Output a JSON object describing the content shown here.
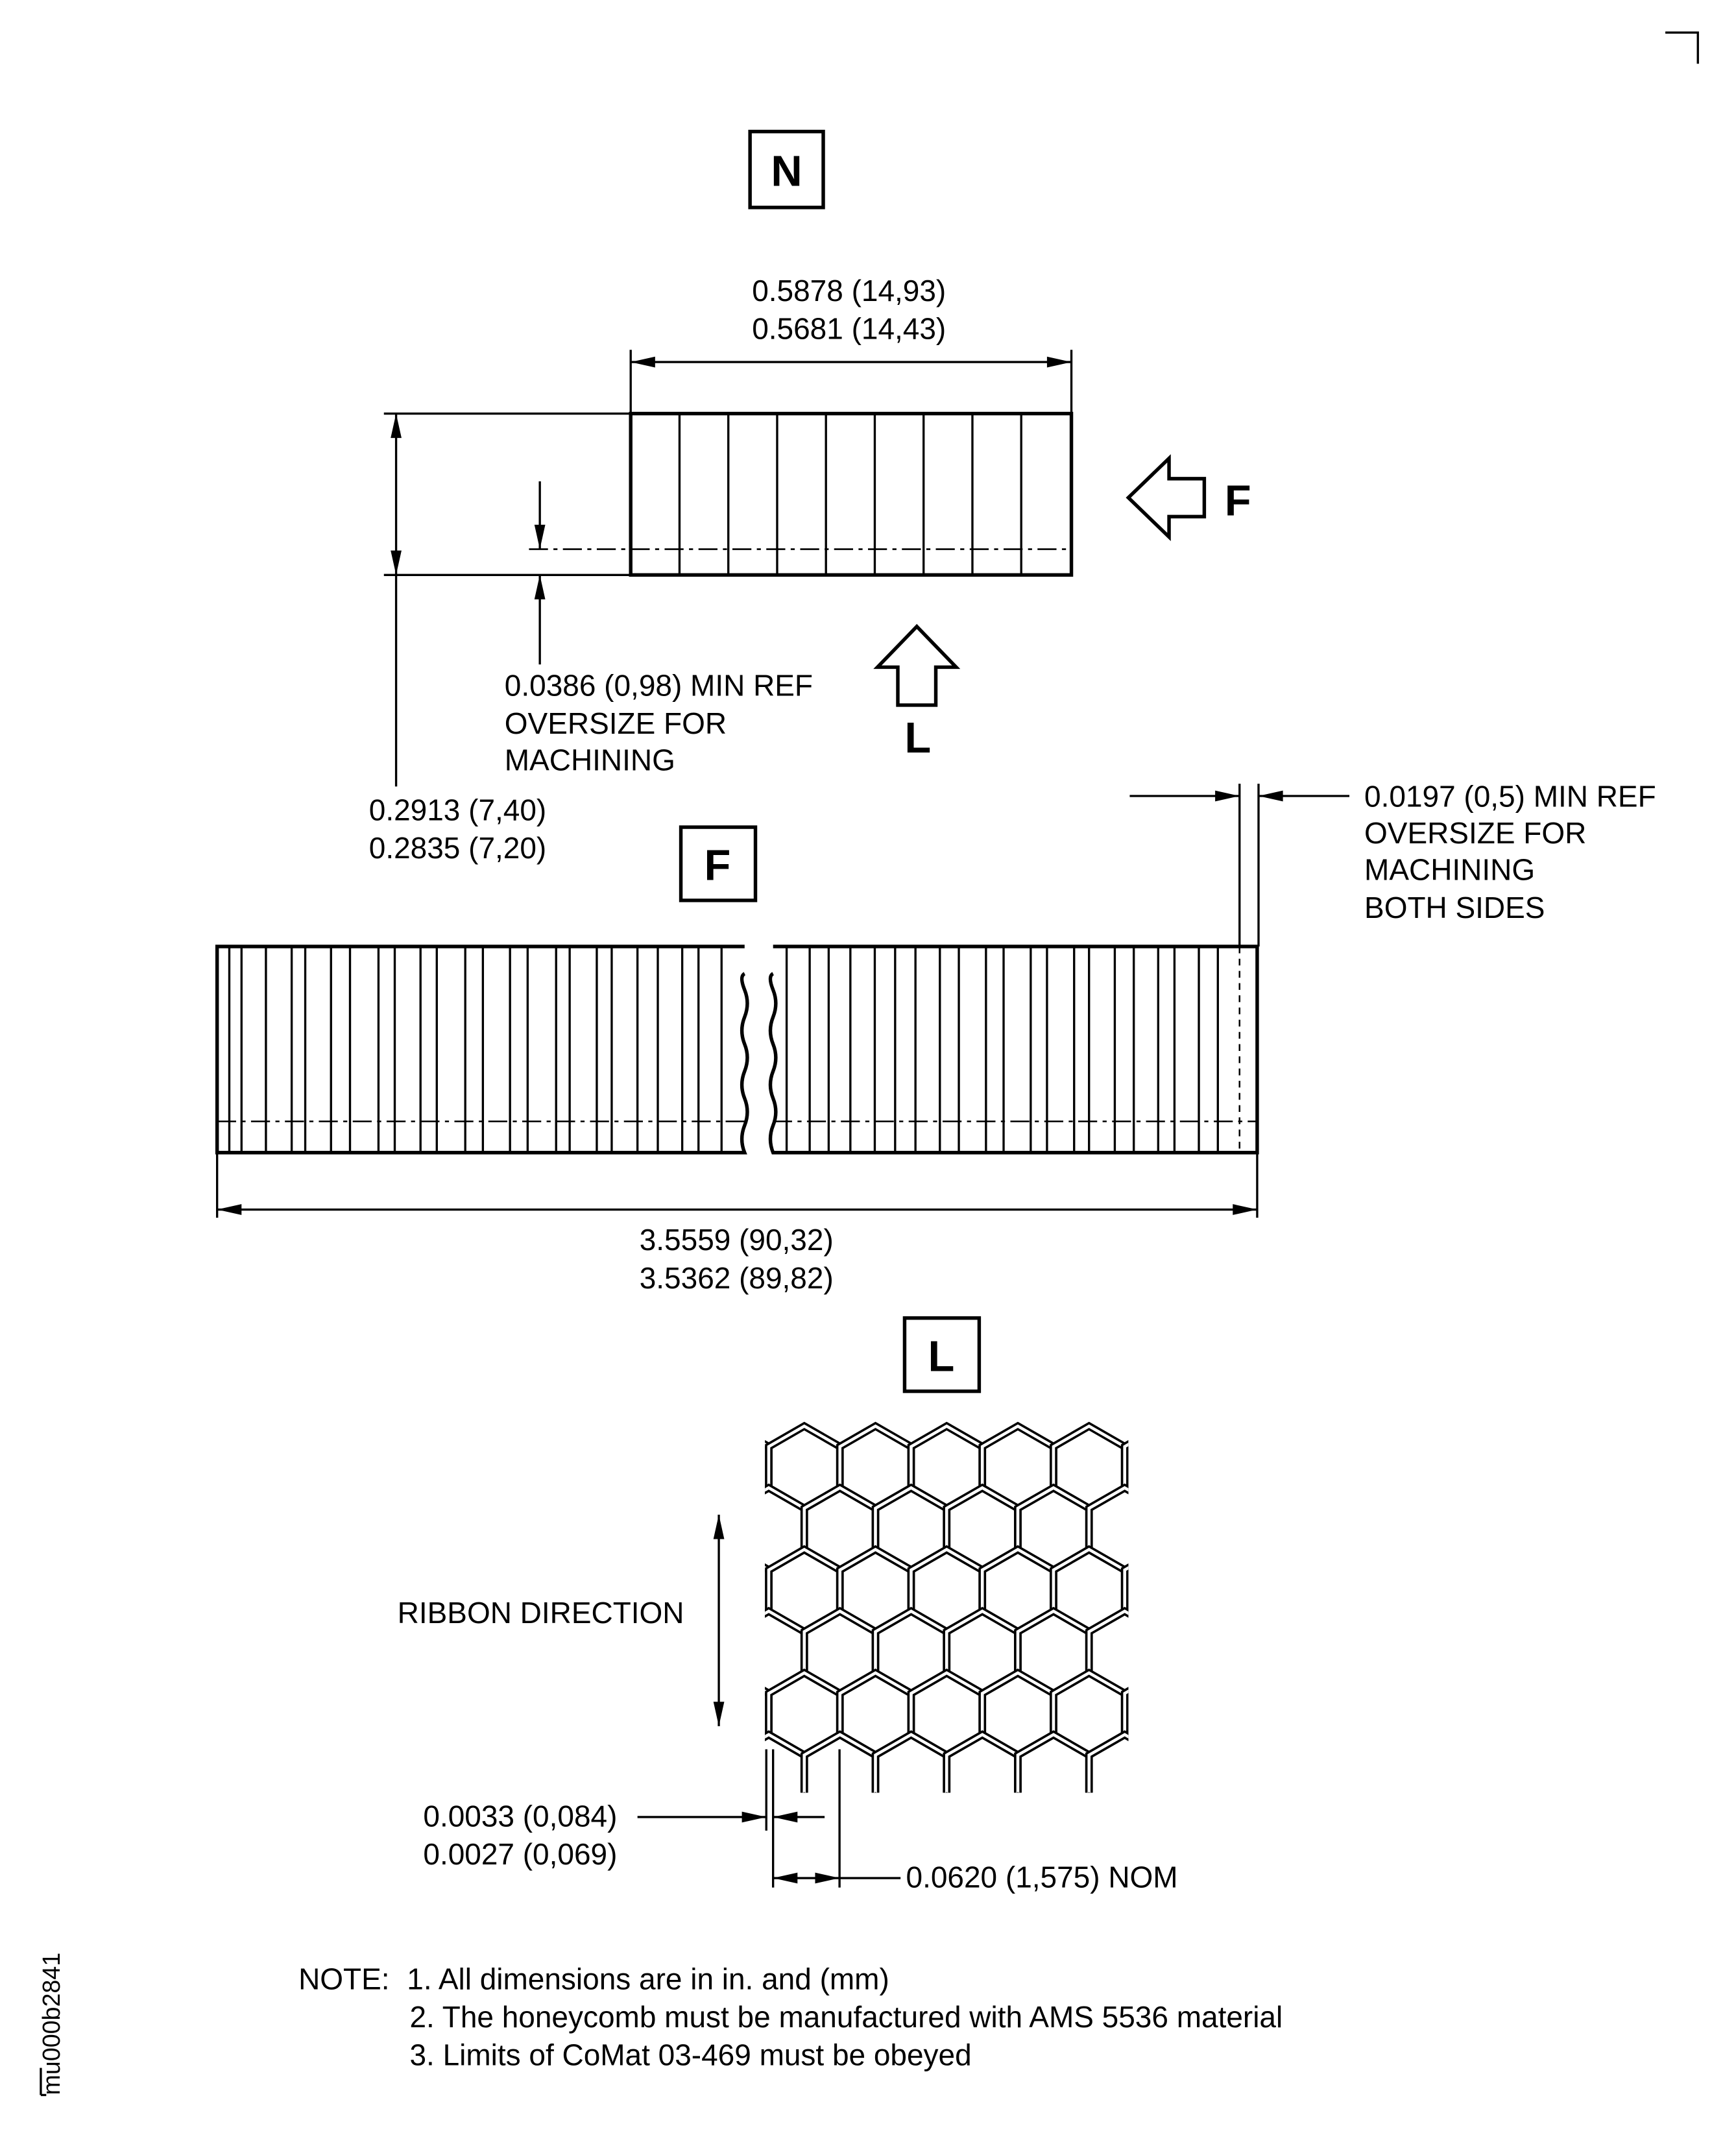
{
  "view_n": {
    "label": "N",
    "width_max": "0.5878 (14,93)",
    "width_min": "0.5681 (14,43)",
    "height_max": "0.2913 (7,40)",
    "height_min": "0.2835 (7,20)",
    "oversize_line1": "0.0386 (0,98) MIN REF",
    "oversize_line2": "OVERSIZE FOR",
    "oversize_line3": "MACHINING",
    "arrow_f_label": "F",
    "arrow_l_label": "L"
  },
  "view_f": {
    "label": "F",
    "length_max": "3.5559 (90,32)",
    "length_min": "3.5362 (89,82)",
    "oversize_line1": "0.0197 (0,5) MIN REF",
    "oversize_line2": "OVERSIZE FOR",
    "oversize_line3": "MACHINING",
    "oversize_line4": "BOTH SIDES"
  },
  "view_l": {
    "label": "L",
    "ribbon_direction": "RIBBON DIRECTION",
    "wall_max": "0.0033 (0,084)",
    "wall_min": "0.0027 (0,069)",
    "cell_size": "0.0620 (1,575) NOM"
  },
  "notes": {
    "heading": "NOTE:",
    "items": [
      "1. All dimensions are in in. and (mm)",
      "2. The honeycomb must be manufactured with AMS 5536 material",
      "3. Limits of CoMat 03-469 must be obeyed"
    ]
  },
  "figure_id": "mu000b2841"
}
